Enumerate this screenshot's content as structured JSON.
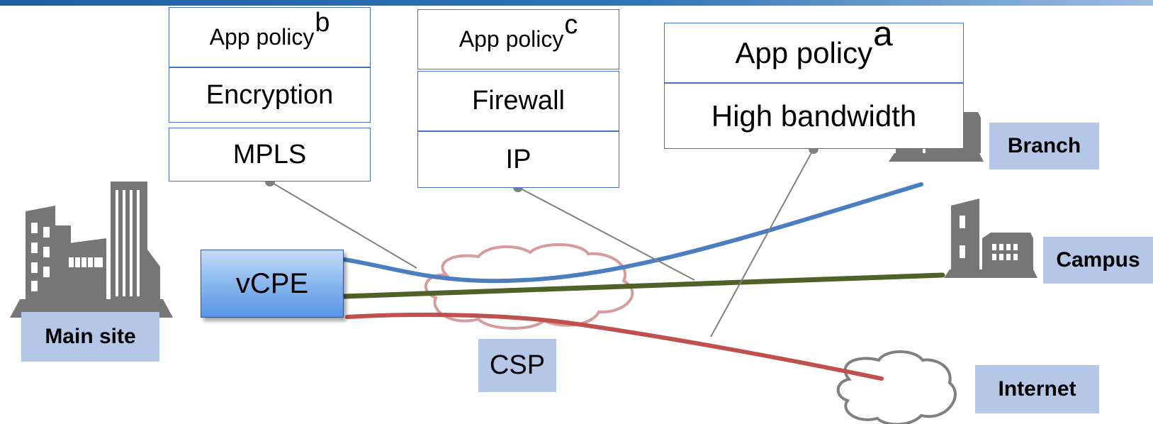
{
  "colors": {
    "top_bar": "#1F5FA6",
    "box_border": "#4472C4",
    "label_fill": "#B4C7E7",
    "building": "#767676",
    "line_branch": "#4A7EC1",
    "line_campus": "#4E6228",
    "line_internet": "#C0504D",
    "cloud_csp": "#D79B9B",
    "cloud_internet": "#808080",
    "connector": "#808080"
  },
  "policy_stacks": [
    {
      "cells": [
        {
          "text": "App policy",
          "sup": "b"
        },
        {
          "text": "Encryption"
        },
        {
          "text": "MPLS"
        }
      ]
    },
    {
      "cells": [
        {
          "text": "App policy",
          "sup": "c"
        },
        {
          "text": "Firewall"
        },
        {
          "text": "IP"
        }
      ]
    },
    {
      "cells": [
        {
          "text": "App policy",
          "sup": "a"
        },
        {
          "text": "High bandwidth"
        }
      ]
    }
  ],
  "nodes": {
    "vcpe": "vCPE",
    "csp": "CSP",
    "main_site": "Main site",
    "branch": "Branch",
    "campus": "Campus",
    "internet": "Internet"
  },
  "icons": {
    "main_site": "office-buildings-icon",
    "branch": "building-icon",
    "campus": "building-icon",
    "csp": "cloud-icon",
    "internet": "cloud-icon"
  }
}
